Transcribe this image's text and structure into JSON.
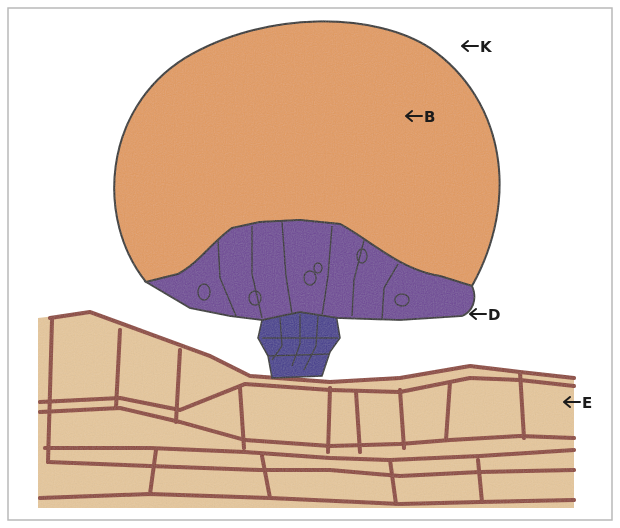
{
  "labels": {
    "k": "K",
    "b": "B",
    "d": "D",
    "e": "E"
  },
  "colors": {
    "capsule": "#e49a5a",
    "stalk_cells": "#6a3d94",
    "foot": "#3b2f8c",
    "tissue_fill": "#e7c79a",
    "tissue_walls": "#8a3b2a",
    "outline": "#1b1b1b",
    "frame": "#b9b9b9"
  }
}
